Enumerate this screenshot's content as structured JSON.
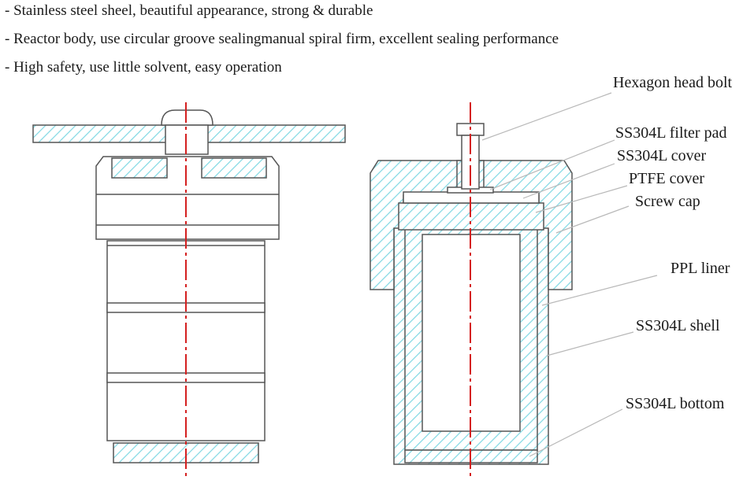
{
  "features": [
    "- Stainless steel sheel, beautiful appearance, strong & durable",
    "- Reactor body, use circular groove sealingmanual spiral firm, excellent sealing performance",
    "- High safety, use little solvent, easy operation"
  ],
  "labels": {
    "hexagon_head_bolt": "Hexagon head bolt",
    "filter_pad": "SS304L filter pad",
    "cover": "SS304L cover",
    "ptfe_cover": "PTFE cover",
    "screw_cap": "Screw cap",
    "ppl_liner": "PPL liner",
    "shell": "SS304L shell",
    "bottom": "SS304L bottom"
  },
  "colors": {
    "hatch": "#7fd8e3",
    "outline": "#555555",
    "centerline": "#d42020",
    "leader": "#b8b8b8"
  }
}
